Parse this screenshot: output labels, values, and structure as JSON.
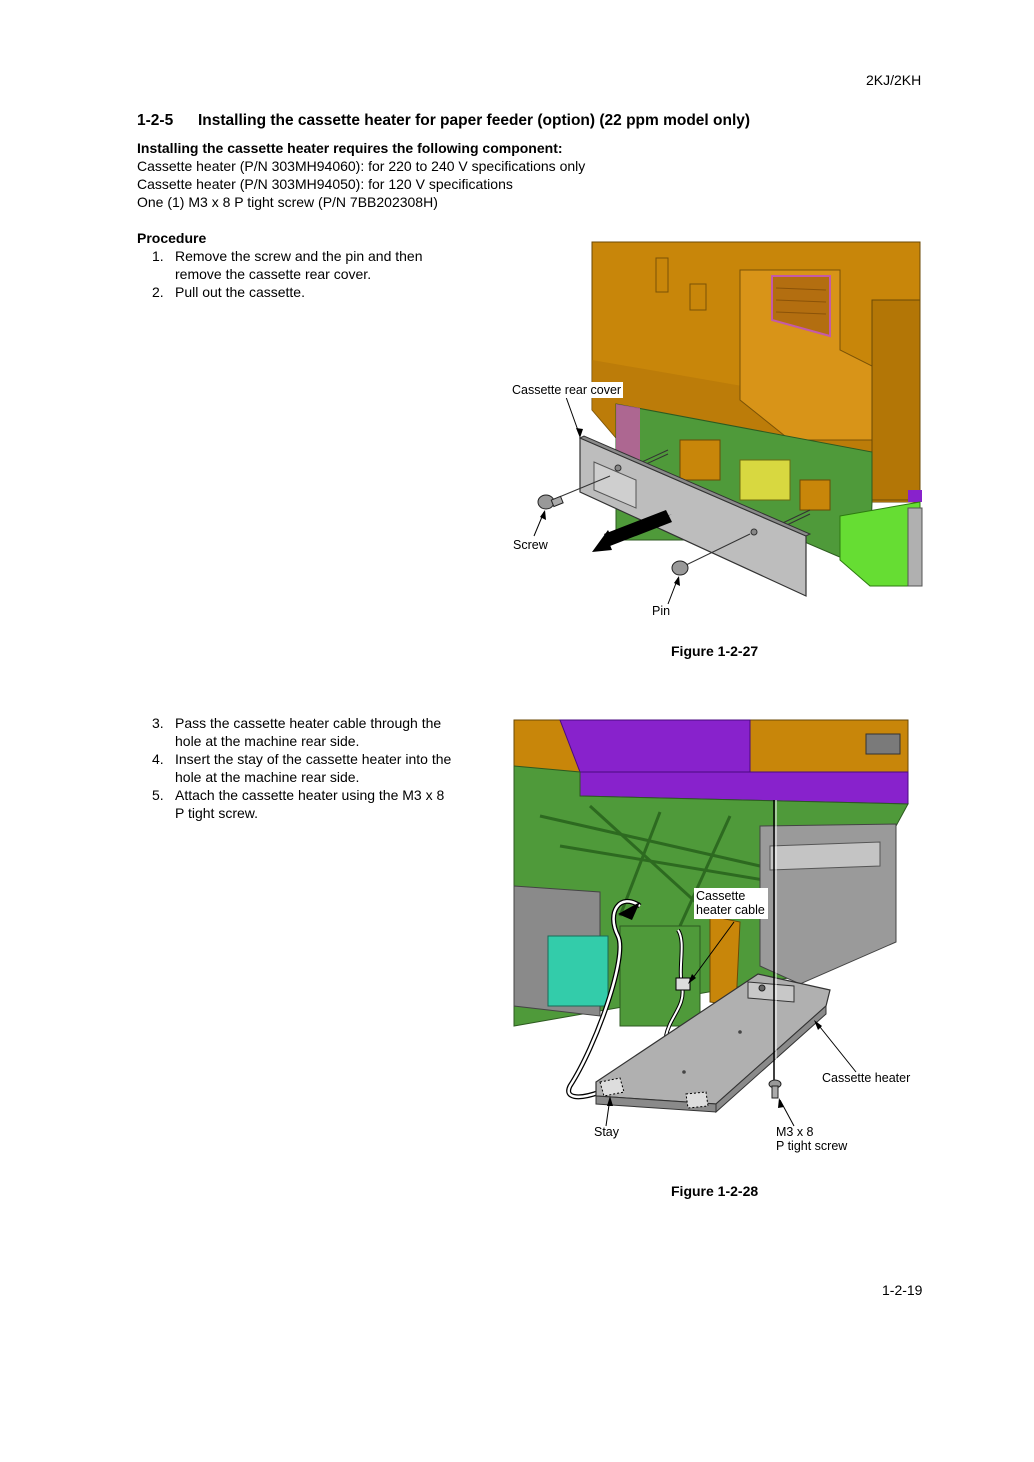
{
  "header": {
    "model": "2KJ/2KH"
  },
  "section": {
    "number": "1-2-5",
    "title": "Installing the cassette heater for paper feeder (option) (22 ppm model only)"
  },
  "requirements": {
    "heading": "Installing the cassette heater requires the following component:",
    "items": [
      "Cassette heater (P/N 303MH94060): for 220 to 240 V specifications only",
      "Cassette heater (P/N 303MH94050): for 120 V specifications",
      "One (1) M3 x 8 P tight screw (P/N 7BB202308H)"
    ]
  },
  "procedure": {
    "heading": "Procedure",
    "steps_a": [
      {
        "num": "1.",
        "lines": [
          "Remove the screw and the pin and then",
          "remove the cassette rear cover."
        ]
      },
      {
        "num": "2.",
        "lines": [
          "Pull out the cassette."
        ]
      }
    ],
    "steps_b": [
      {
        "num": "3.",
        "lines": [
          "Pass the cassette heater cable through the",
          "hole at the machine rear side."
        ]
      },
      {
        "num": "4.",
        "lines": [
          "Insert the stay of the cassette heater into the",
          "hole at the machine rear side."
        ]
      },
      {
        "num": "5.",
        "lines": [
          "Attach the cassette heater using the M3 x 8",
          "P tight screw."
        ]
      }
    ]
  },
  "figure1": {
    "caption": "Figure 1-2-27",
    "labels": {
      "cover": "Cassette rear cover",
      "screw": "Screw",
      "pin": "Pin"
    }
  },
  "figure2": {
    "caption": "Figure 1-2-28",
    "labels": {
      "cable_1": "Cassette",
      "cable_2": "heater cable",
      "heater": "Cassette heater",
      "stay": "Stay",
      "screw_1": "M3 x 8",
      "screw_2": "P tight screw"
    }
  },
  "footer": {
    "page": "1-2-19"
  },
  "colors": {
    "machine_body": "#c8860a",
    "machine_dark": "#9a6a08",
    "board_green": "#4f9a3a",
    "feeder_green": "#66dd33",
    "purple": "#8822cc",
    "pink": "#c45aa8",
    "metal": "#b0b0b0",
    "teal": "#33ccaa"
  }
}
